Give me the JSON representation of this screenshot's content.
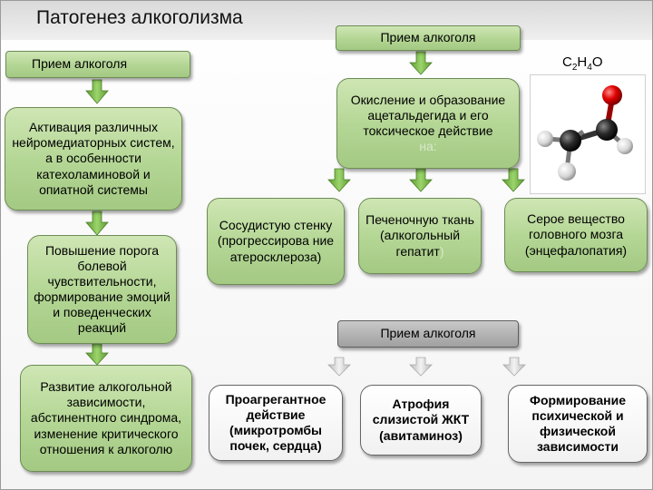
{
  "title": "Патогенез алкоголизма",
  "boxes": {
    "top_intake": "Прием алкоголя",
    "left_intake": "Прием алкоголя",
    "oxidation": "Окисление и образование ацетальдегида и его токсическое действие",
    "oxidation_faint": "на:",
    "activation": "Активация различных нейромедиаторных систем, а в особенности катехоламиновой и опиатной системы",
    "threshold": "Повышение порога болевой чувствительности, формирование эмоций и поведенческих реакций",
    "dependence": "Развитие алкогольной зависимости, абстинентного синдрома, изменение критического отношения к алкоголю",
    "vascular": "Сосудистую стенку (прогрессирова ние атеросклероза)",
    "liver": "Печеночную ткань (алкогольный гепатит",
    "liver_faint": ")",
    "brain": "Серое вещество головного мозга (энцефалопатия)",
    "mid_intake": "Прием алкоголя",
    "proaggregant": "Проагрегантное действие (микротромбы почек, сердца)",
    "atrophy": "Атрофия слизистой ЖКТ (авитаминоз)",
    "formation": "Формирование психической и физической зависимости"
  },
  "formula": {
    "c": "C",
    "c_n": "2",
    "h": "H",
    "h_n": "4",
    "o": "O"
  },
  "colors": {
    "green_box": "#b5d796",
    "gray_box": "#b2b2b2",
    "green_arrow": "#7ab648",
    "gray_arrow": "#c8c8c8",
    "oxygen": "#e00000",
    "carbon": "#2a2a2a",
    "hydrogen": "#e8e8e8"
  },
  "icons": [
    "molecule-model"
  ]
}
